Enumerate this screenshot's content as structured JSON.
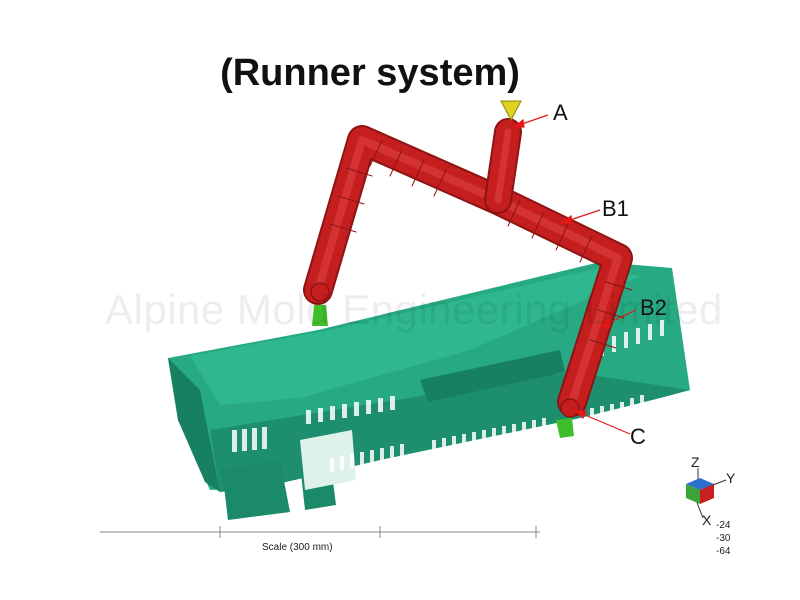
{
  "title": "(Runner system)",
  "watermark": "Alpine Mold Engineering Limited",
  "labels": {
    "a": "A",
    "b1": "B1",
    "b2": "B2",
    "c": "C"
  },
  "scale": {
    "label": "Scale (300 mm)"
  },
  "orientation": {
    "z": "Z",
    "y": "Y",
    "x": "X",
    "values": [
      "-24",
      "-30",
      "-64"
    ]
  },
  "colors": {
    "part": "#1f9c78",
    "runner": "#c41e1e",
    "sprue": "#e0d21c",
    "gate": "#3fbf2a",
    "callout": "#e31818"
  }
}
